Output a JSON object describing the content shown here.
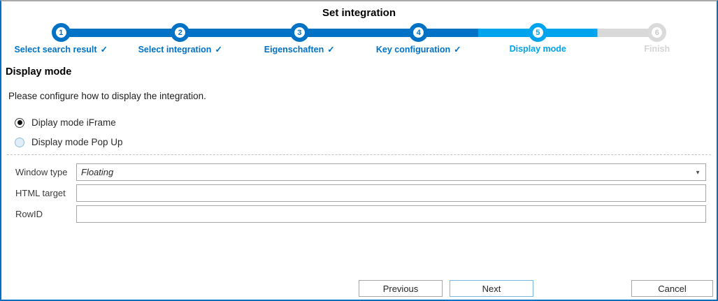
{
  "window": {
    "title": "Set integration"
  },
  "stepper": {
    "steps": [
      {
        "number": "1",
        "label": "Select search result",
        "check": "✓",
        "state": "completed"
      },
      {
        "number": "2",
        "label": "Select integration",
        "check": "✓",
        "state": "completed"
      },
      {
        "number": "3",
        "label": "Eigenschaften",
        "check": "✓",
        "state": "completed"
      },
      {
        "number": "4",
        "label": "Key configuration",
        "check": "✓",
        "state": "completed"
      },
      {
        "number": "5",
        "label": "Display mode",
        "check": "",
        "state": "current"
      },
      {
        "number": "6",
        "label": "Finish",
        "check": "",
        "state": "pending"
      }
    ],
    "colors": {
      "completed": "#0072c6",
      "current": "#00a3ee",
      "pending": "#d9d9d9"
    }
  },
  "section": {
    "heading": "Display mode",
    "description": "Please configure how to display the integration."
  },
  "radios": [
    {
      "label": "Diplay mode iFrame",
      "selected": true
    },
    {
      "label": "Display mode Pop Up",
      "selected": false
    }
  ],
  "form": {
    "fields": [
      {
        "label": "Window type",
        "value": "Floating",
        "type": "dropdown"
      },
      {
        "label": "HTML target",
        "value": "",
        "type": "text"
      },
      {
        "label": "RowID",
        "value": "",
        "type": "text"
      }
    ]
  },
  "buttons": {
    "previous": "Previous",
    "next": "Next",
    "cancel": "Cancel"
  }
}
